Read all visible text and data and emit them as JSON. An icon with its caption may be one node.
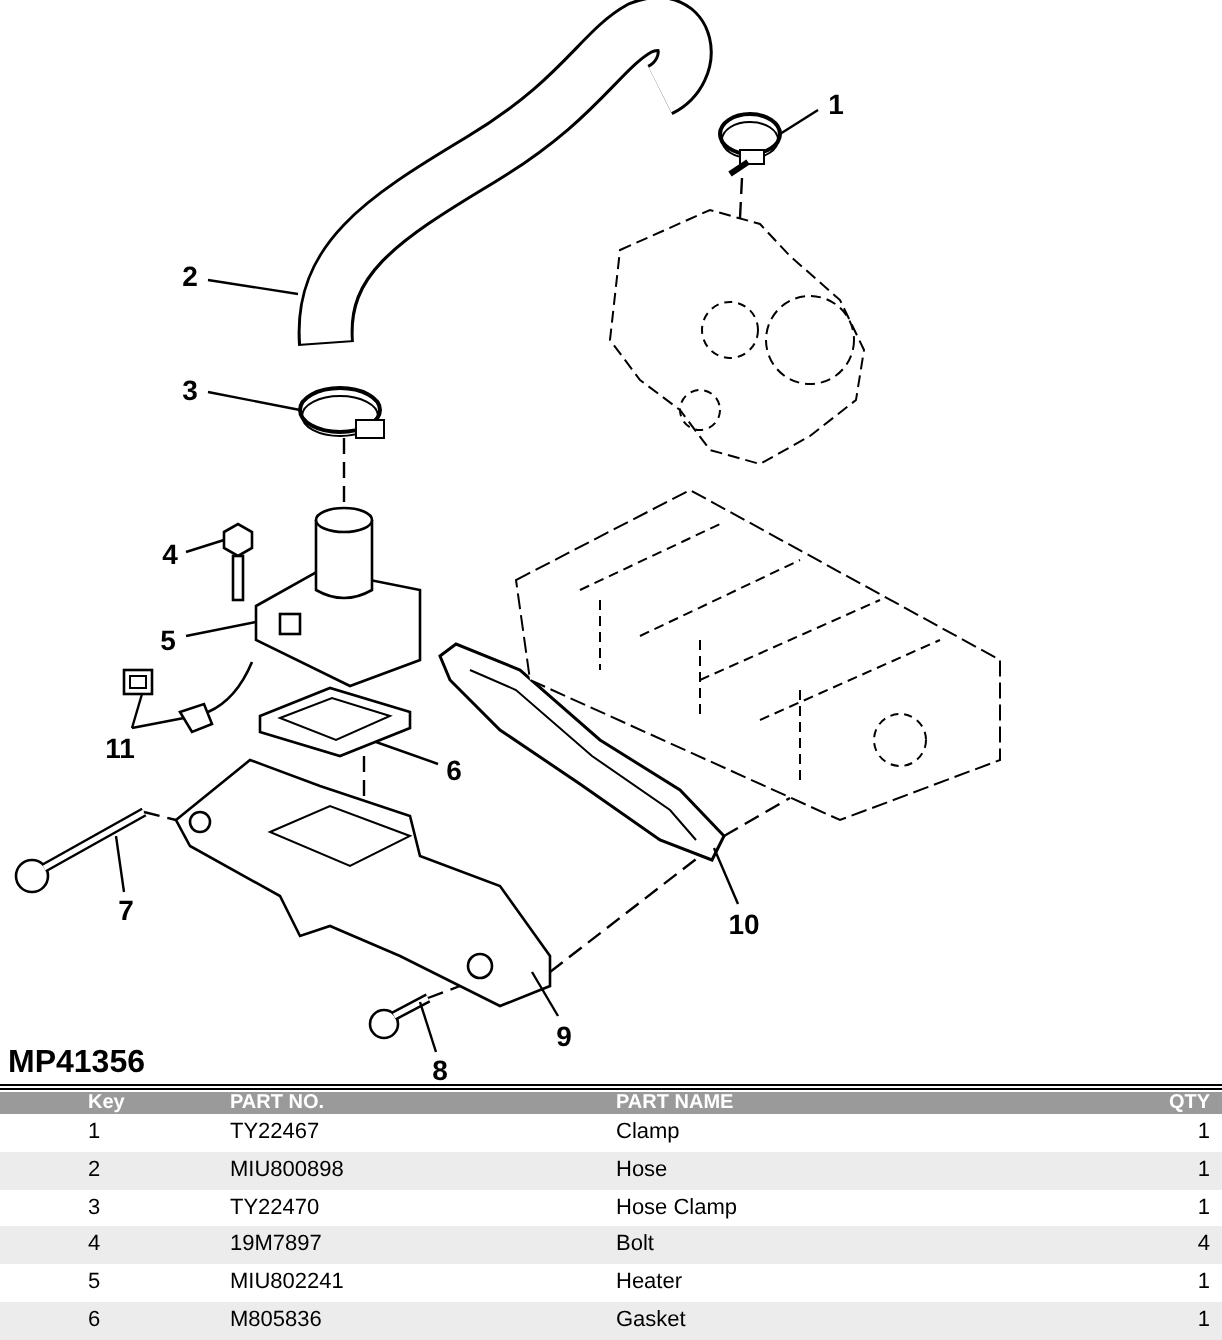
{
  "diagram": {
    "nodes": [
      {
        "text": [
          "1"
        ]
      },
      {
        "text": [
          "2"
        ]
      },
      {
        "text": [
          "3"
        ]
      },
      {
        "text": [
          "4"
        ]
      },
      {
        "text": [
          "5"
        ]
      },
      {
        "text": [
          "6"
        ]
      },
      {
        "text": [
          "7"
        ]
      },
      {
        "text": [
          "8"
        ]
      },
      {
        "text": [
          "9"
        ]
      },
      {
        "text": [
          "10"
        ]
      },
      {
        "text": [
          "11"
        ]
      },
      {
        "text": [],
        "shape": "picture"
      },
      {
        "text": [],
        "shape": "picture"
      },
      {
        "text": [],
        "shape": "picture"
      },
      {
        "text": [],
        "shape": "picture"
      },
      {
        "text": [],
        "shape": "picture"
      },
      {
        "text": [],
        "shape": "picture"
      },
      {
        "text": [],
        "shape": "picture"
      },
      {
        "text": [],
        "shape": "picture"
      },
      {
        "text": [],
        "shape": "picture"
      },
      {
        "text": [],
        "shape": "picture"
      },
      {
        "text": [],
        "shape": "picture"
      },
      {
        "text": [],
        "shape": "picture"
      },
      {
        "text": [],
        "shape": "picture"
      },
      {
        "text": [],
        "shape": "picture"
      }
    ],
    "edges": [
      {
        "from": 0,
        "to": 11,
        "arrow": "none"
      },
      {
        "from": 1,
        "to": 12,
        "arrow": "none"
      },
      {
        "from": 2,
        "to": 13,
        "arrow": "none"
      },
      {
        "from": 3,
        "to": 14,
        "arrow": "none"
      },
      {
        "from": 4,
        "to": 15,
        "arrow": "none"
      },
      {
        "from": 5,
        "to": 16,
        "arrow": "none"
      },
      {
        "from": 6,
        "to": 17,
        "arrow": "none"
      },
      {
        "from": 7,
        "to": 18,
        "arrow": "none"
      },
      {
        "from": 8,
        "to": 19,
        "arrow": "none"
      },
      {
        "from": 9,
        "to": 20,
        "arrow": "none"
      },
      {
        "from": 10,
        "to": 21,
        "arrow": "none"
      },
      {
        "from": 10,
        "to": 22,
        "arrow": "none"
      },
      {
        "from": 11,
        "to": 23,
        "arrow": "none",
        "style": "dashed"
      },
      {
        "from": 13,
        "to": 15,
        "arrow": "none",
        "style": "dashed"
      },
      {
        "from": 16,
        "to": 19,
        "arrow": "none",
        "style": "dashed"
      },
      {
        "from": 17,
        "to": 19,
        "arrow": "none",
        "style": "dashed"
      },
      {
        "from": 18,
        "to": 19,
        "arrow": "none",
        "style": "dashed"
      },
      {
        "from": 19,
        "to": 20,
        "arrow": "none",
        "style": "dashed"
      },
      {
        "from": 20,
        "to": 24,
        "arrow": "none",
        "style": "dashed"
      }
    ],
    "labels": [
      "MP41356",
      "Key",
      "PART NO.",
      "PART NAME",
      "QTY",
      "1",
      "TY22467",
      "Clamp",
      "1",
      "2",
      "MIU800898",
      "Hose",
      "1",
      "3",
      "TY22470",
      "Hose Clamp",
      "1",
      "4",
      "19M7897",
      "Bolt",
      "4",
      "5",
      "MIU802241",
      "Heater",
      "1",
      "6",
      "M805836",
      "Gasket",
      "1"
    ]
  }
}
